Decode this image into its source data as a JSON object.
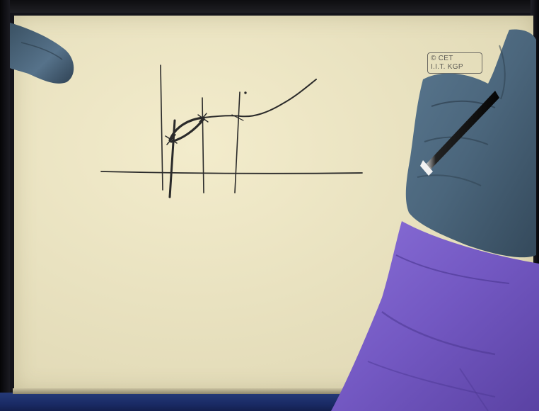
{
  "scene": {
    "description_type": "whiteboard-lecture-frame"
  },
  "watermark": {
    "line1": "© CET",
    "line2": "I.I.T. KGP"
  },
  "colors": {
    "paper": "#ece5c4",
    "ink": "#2a2a2a",
    "glove": "#4f6a80",
    "sleeve": "#7a5fc9",
    "background": "#14141a",
    "bottom_band": "#1a2b66"
  },
  "icons": {
    "pen": "pen-icon"
  }
}
